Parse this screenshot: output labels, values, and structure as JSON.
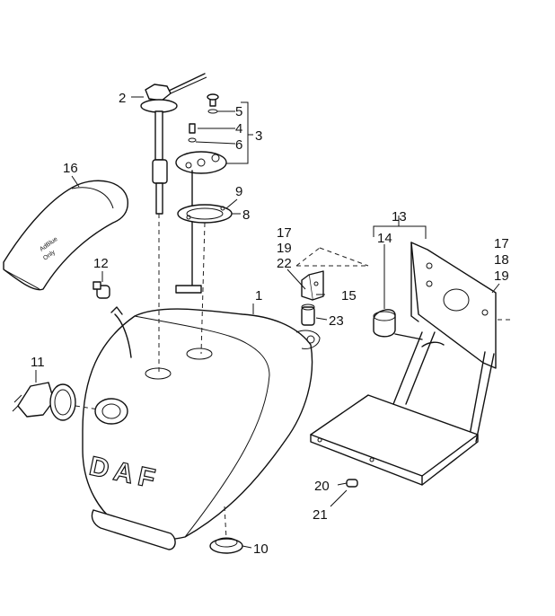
{
  "diagram": {
    "callouts": [
      {
        "id": "1",
        "text": "1"
      },
      {
        "id": "2",
        "text": "2"
      },
      {
        "id": "3",
        "text": "3"
      },
      {
        "id": "4",
        "text": "4"
      },
      {
        "id": "5",
        "text": "5"
      },
      {
        "id": "6",
        "text": "6"
      },
      {
        "id": "8",
        "text": "8"
      },
      {
        "id": "9",
        "text": "9"
      },
      {
        "id": "10",
        "text": "10"
      },
      {
        "id": "11",
        "text": "11"
      },
      {
        "id": "12",
        "text": "12"
      },
      {
        "id": "13",
        "text": "13"
      },
      {
        "id": "14",
        "text": "14"
      },
      {
        "id": "15",
        "text": "15"
      },
      {
        "id": "16",
        "text": "16"
      },
      {
        "id": "17a",
        "text": "17"
      },
      {
        "id": "19a",
        "text": "19"
      },
      {
        "id": "22",
        "text": "22"
      },
      {
        "id": "17b",
        "text": "17"
      },
      {
        "id": "18",
        "text": "18"
      },
      {
        "id": "19b",
        "text": "19"
      },
      {
        "id": "20",
        "text": "20"
      },
      {
        "id": "21",
        "text": "21"
      },
      {
        "id": "23",
        "text": "23"
      }
    ],
    "tank_logo": "DAF",
    "cover_text_line1": "AdBlue",
    "cover_text_line2": "Only"
  }
}
